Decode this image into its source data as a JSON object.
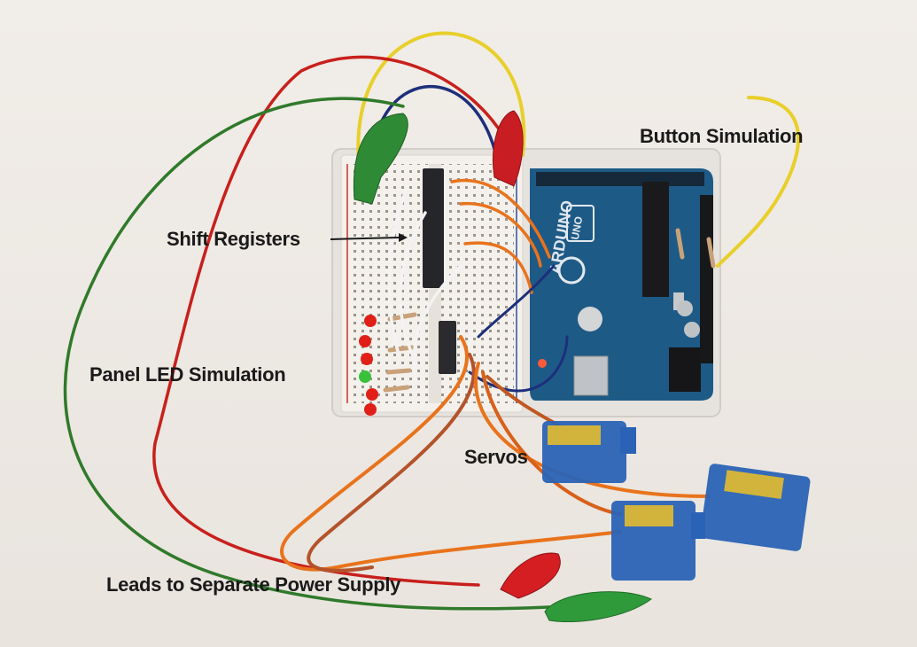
{
  "captions": {
    "button_simulation": "Button Simulation",
    "shift_registers": "Shift Registers",
    "panel_led_simulation": "Panel LED Simulation",
    "servos": "Servos",
    "leads_power": "Leads to Separate Power Supply"
  },
  "board_labels": {
    "uno": "UNO",
    "arduino": "ARDUINO"
  },
  "colors": {
    "background": "#efebe6",
    "arduino_board": "#1e5a86",
    "servo_blue": "#2a63b5",
    "servo_label": "#d2b33c",
    "wire_orange": "#e8731c",
    "wire_red": "#c8201c",
    "wire_green": "#2f7a2a",
    "wire_yellow": "#e8cf2a",
    "wire_blue": "#1d2f7a"
  }
}
